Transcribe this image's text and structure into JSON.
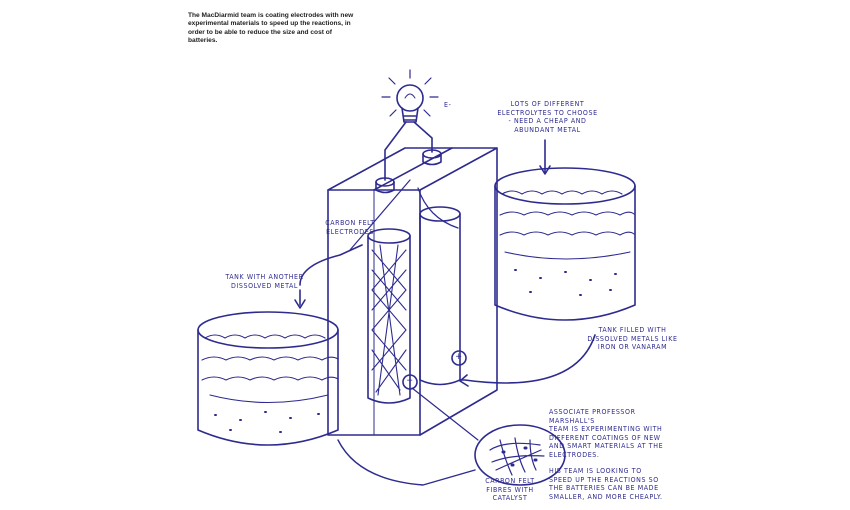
{
  "intro_text": "The MacDiarmid team is coating electrodes with new experimental materials to speed up the reactions, in order to be able to reduce the size and cost of batteries.",
  "labels": {
    "electron": "E-",
    "electrolytes": "Lots of different\nelectrolytes to choose\n- need a cheap and\nabundant metal",
    "electrodes": "Carbon felt\nelectrodes",
    "tank_left": "Tank with another\ndissolved metal",
    "tank_right": "Tank filled with\ndissolved metals like\niron or vanaram",
    "fibres": "Carbon felt\nfibres with\ncatalyst",
    "marshall": "Associate Professor Marshall's\nteam is experimenting with\ndifferent coatings of new\nand smart materials at the\nelectrodes.",
    "speed": "His team is looking to\nspeed up the reactions so\nthe batteries can be made\nsmaller, and more cheaply.",
    "plus": "+",
    "minus": "−"
  },
  "colors": {
    "ink": "#2e2b8f"
  }
}
